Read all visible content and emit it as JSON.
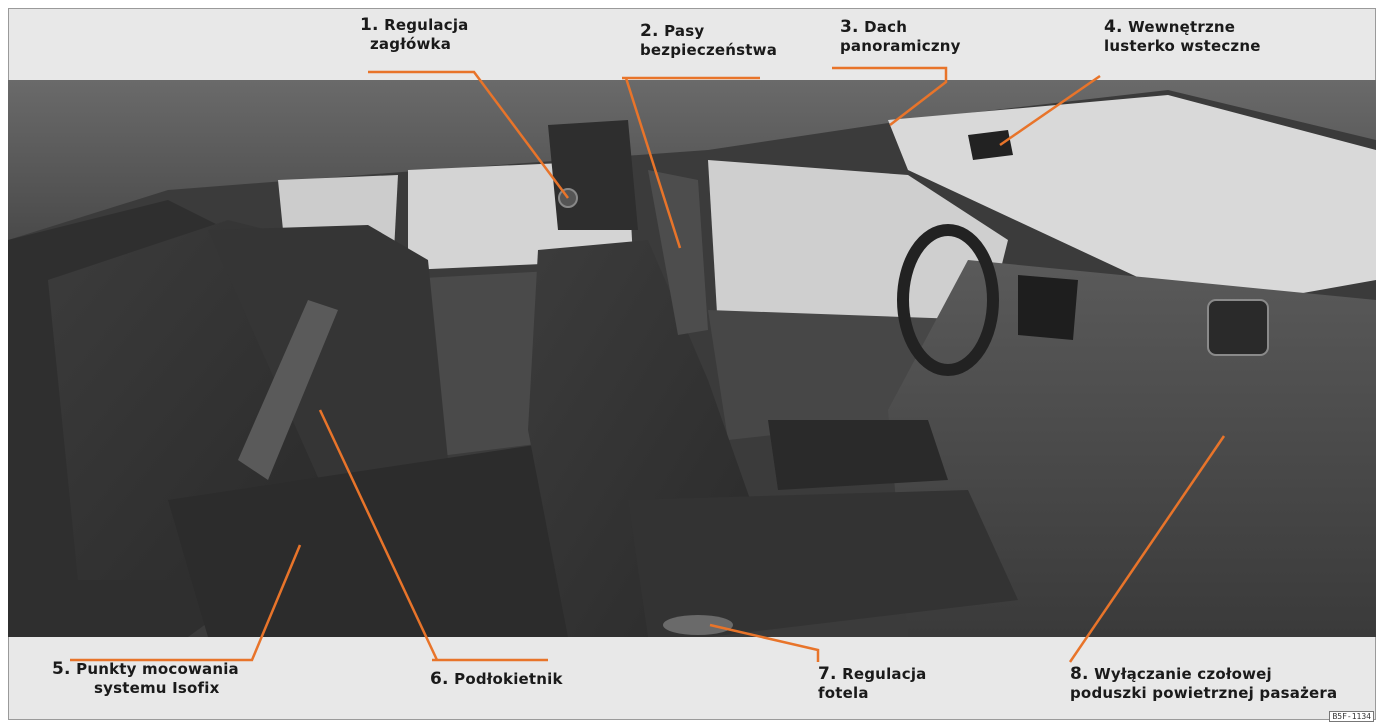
{
  "colors": {
    "accent": "#e8742a",
    "background": "#e8e8e8",
    "photo_dark": "#3a3a3a"
  },
  "labels": [
    {
      "id": "head-restraint",
      "number": "1.",
      "lines": [
        "Regulacja",
        "zagłówka"
      ]
    },
    {
      "id": "seat-belts",
      "number": "2.",
      "lines": [
        "Pasy",
        "bezpieczeństwa"
      ]
    },
    {
      "id": "panoramic-roof",
      "number": "3.",
      "lines": [
        "Dach",
        "panoramiczny"
      ]
    },
    {
      "id": "rear-mirror",
      "number": "4.",
      "lines": [
        "Wewnętrzne",
        "lusterko wsteczne"
      ]
    },
    {
      "id": "isofix",
      "number": "5.",
      "lines": [
        "Punkty mocowania",
        "systemu Isofix"
      ]
    },
    {
      "id": "armrest",
      "number": "6.",
      "lines": [
        "Podłokietnik"
      ]
    },
    {
      "id": "seat-adjust",
      "number": "7.",
      "lines": [
        "Regulacja",
        "fotela"
      ]
    },
    {
      "id": "airbag-off",
      "number": "8.",
      "lines": [
        "Wyłączanie czołowej",
        "poduszki powietrznej pasażera"
      ]
    }
  ],
  "figure_code": "B5F-1134"
}
